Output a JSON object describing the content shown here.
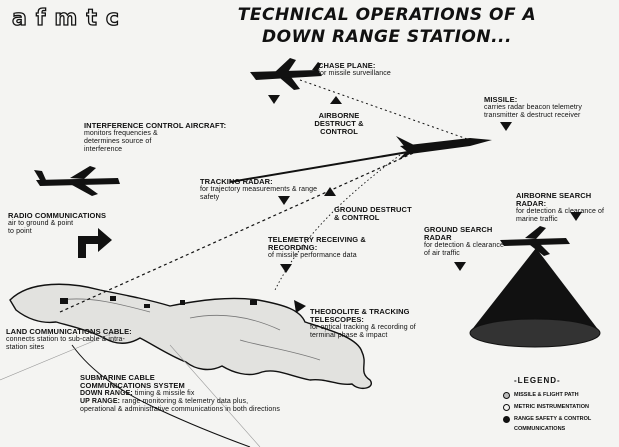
{
  "logo": "afmtc",
  "title_line1": "TECHNICAL OPERATIONS OF A",
  "title_line2": "DOWN RANGE STATION...",
  "labels": {
    "chase_plane": {
      "heading": "CHASE PLANE:",
      "detail": "for missile surveillance"
    },
    "missile": {
      "heading": "MISSILE:",
      "detail": "carries radar beacon telemetry transmitter & destruct receiver"
    },
    "interference": {
      "heading": "INTERFERENCE CONTROL AIRCRAFT:",
      "detail": "monitors frequencies & determines source of interference"
    },
    "airborne_destruct": {
      "heading": "AIRBORNE DESTRUCT & CONTROL",
      "detail": ""
    },
    "tracking_radar": {
      "heading": "TRACKING RADAR:",
      "detail": "for trajectory measurements & range safety"
    },
    "ground_destruct": {
      "heading": "GROUND DESTRUCT & CONTROL",
      "detail": ""
    },
    "airborne_search": {
      "heading": "AIRBORNE SEARCH RADAR:",
      "detail": "for detection & clearance of marine traffic"
    },
    "radio": {
      "heading": "RADIO COMMUNICATIONS",
      "detail": "air to ground & point to point"
    },
    "ground_search": {
      "heading": "GROUND SEARCH RADAR",
      "detail": "for detection & clearance of air traffic"
    },
    "telemetry": {
      "heading": "TELEMETRY RECEIVING & RECORDING:",
      "detail": "of missile performance data"
    },
    "theodolite": {
      "heading": "THEODOLITE & TRACKING TELESCOPES:",
      "detail": "for optical tracking & recording of terminal phase & impact"
    },
    "land_comm": {
      "heading": "LAND COMMUNICATIONS CABLE:",
      "detail": "connects station to sub-cable & intra-station sites"
    },
    "submarine": {
      "heading": "SUBMARINE CABLE COMMUNICATIONS SYSTEM",
      "detail": ""
    },
    "down_range": {
      "heading": "DOWN RANGE:",
      "detail": "timing & missile fix"
    },
    "up_range": {
      "heading": "UP RANGE:",
      "detail": "range monitoring & telemetry data plus, operational & administrative communications in both directions"
    }
  },
  "legend": {
    "title": "-LEGEND-",
    "items": [
      {
        "text": "MISSILE & FLIGHT PATH",
        "color": "#bbbbbb"
      },
      {
        "text": "METRIC INSTRUMENTATION",
        "color": "#f4f4f2"
      },
      {
        "text": "RANGE SAFETY & CONTROL",
        "color": "#111111"
      },
      {
        "text": "COMMUNICATIONS",
        "color": ""
      }
    ]
  }
}
